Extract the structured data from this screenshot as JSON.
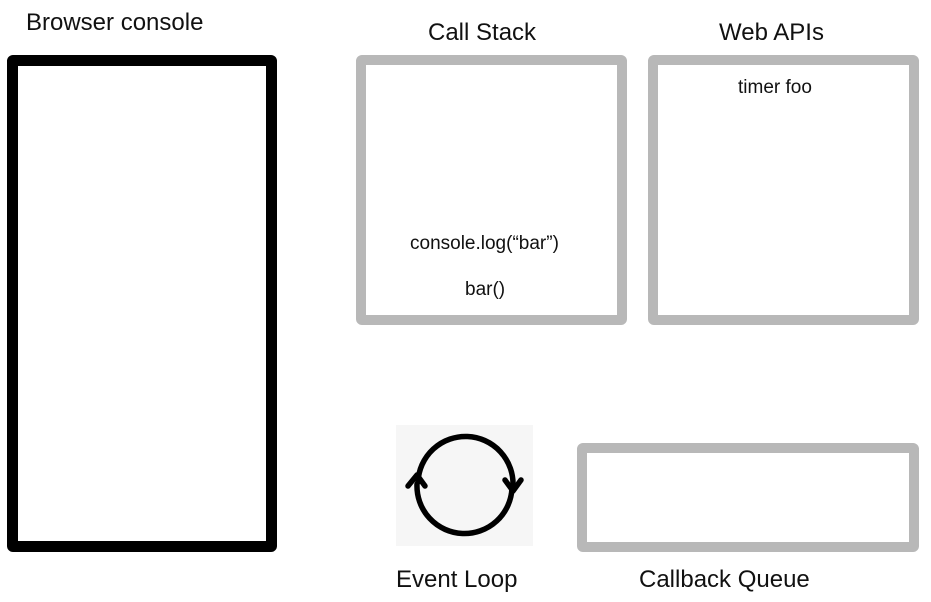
{
  "console": {
    "title": "Browser console"
  },
  "call_stack": {
    "title": "Call Stack",
    "frames": [
      "console.log(“bar”)",
      "bar()"
    ]
  },
  "web_apis": {
    "title": "Web APIs",
    "items": [
      "timer foo"
    ]
  },
  "event_loop": {
    "label": "Event Loop",
    "icon": "refresh-cycle-icon"
  },
  "callback_queue": {
    "title": "Callback Queue"
  },
  "colors": {
    "console_border": "#000000",
    "panel_border": "#b8b8b8",
    "icon_bg": "#f6f6f6"
  }
}
